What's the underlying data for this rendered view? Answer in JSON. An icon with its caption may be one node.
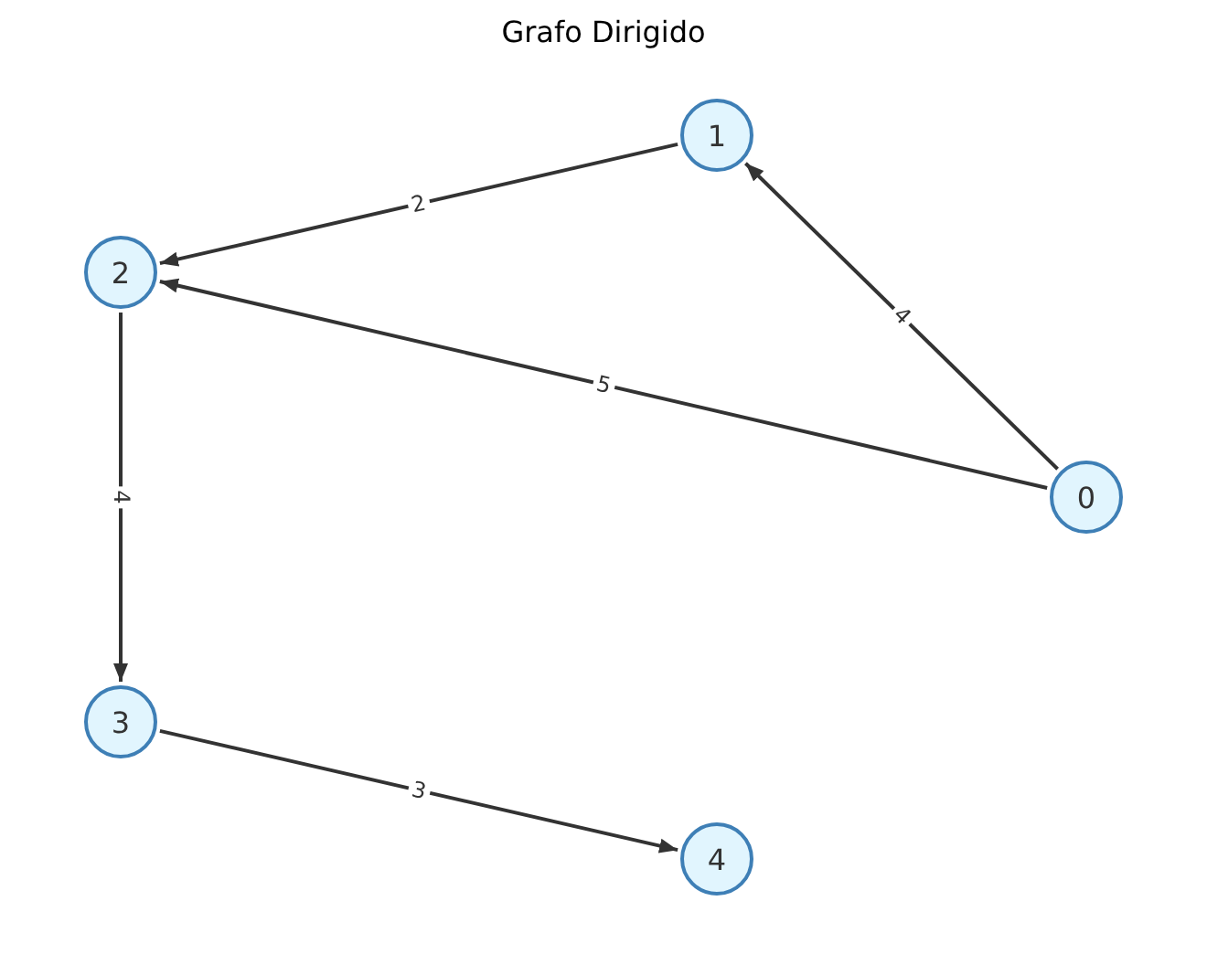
{
  "diagram": {
    "title": "Grafo Dirigido",
    "nodes": [
      {
        "text": [
          "0"
        ]
      },
      {
        "text": [
          "1"
        ]
      },
      {
        "text": [
          "2"
        ]
      },
      {
        "text": [
          "3"
        ]
      },
      {
        "text": [
          "4"
        ]
      }
    ],
    "edges": [
      {
        "from": 0,
        "to": 1,
        "arrow": "to",
        "label": "4"
      },
      {
        "from": 0,
        "to": 2,
        "arrow": "to",
        "label": "5"
      },
      {
        "from": 1,
        "to": 2,
        "arrow": "to",
        "label": "2"
      },
      {
        "from": 2,
        "to": 3,
        "arrow": "to",
        "label": "4"
      },
      {
        "from": 3,
        "to": 4,
        "arrow": "to",
        "label": "3"
      }
    ]
  }
}
